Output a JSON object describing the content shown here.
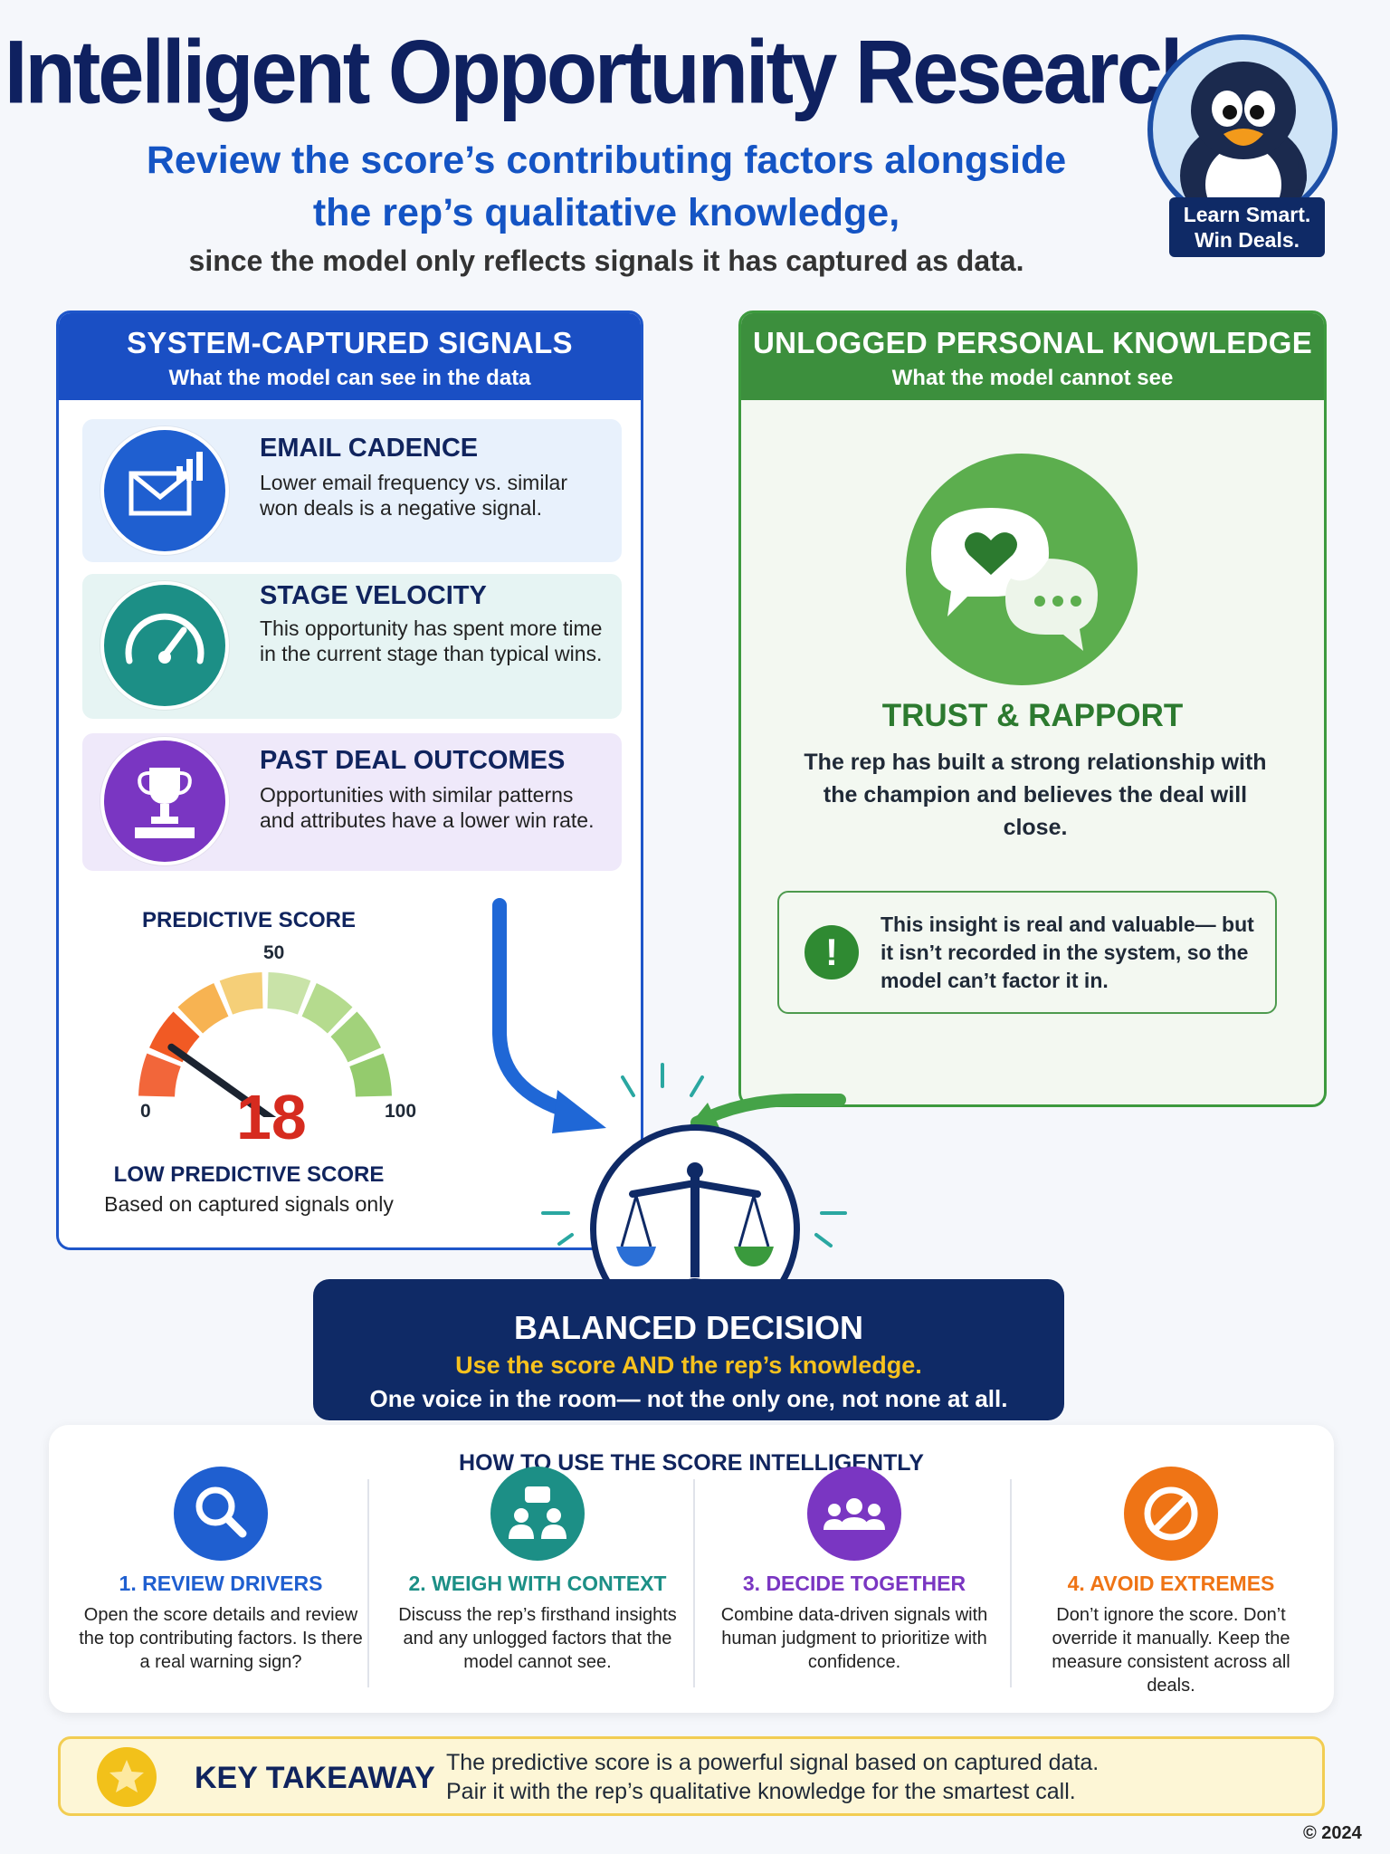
{
  "header": {
    "title": "Intelligent Opportunity Research",
    "subtitle_line1": "Review the score’s contributing factors alongside",
    "subtitle_line2": "the rep’s qualitative knowledge,",
    "subtitle_line3": "since the model only reflects signals it has captured as data."
  },
  "badge": {
    "line1": "Learn Smart.",
    "line2": "Win Deals.",
    "icon": "penguin-mascot-icon"
  },
  "system_panel": {
    "title": "SYSTEM-CAPTURED SIGNALS",
    "subtitle": "What the model can see in the data",
    "signals": [
      {
        "title": "EMAIL CADENCE",
        "text": "Lower email frequency vs. similar won deals is a negative signal.",
        "icon": "envelope-chart-icon",
        "color": "#1f5fd0"
      },
      {
        "title": "STAGE VELOCITY",
        "text": "This opportunity has spent more time in the current stage than typical wins.",
        "icon": "speedometer-icon",
        "color": "#1c8f86"
      },
      {
        "title": "PAST DEAL OUTCOMES",
        "text": "Opportunities with similar patterns and attributes have a lower win rate.",
        "icon": "trophy-icon",
        "color": "#7a36c2"
      }
    ],
    "score": {
      "label": "PREDICTIVE SCORE",
      "min": "0",
      "mid": "50",
      "max": "100",
      "value": "18",
      "value_number": 18,
      "status": "LOW PREDICTIVE SCORE",
      "basis": "Based on captured signals only"
    }
  },
  "knowledge_panel": {
    "title": "UNLOGGED PERSONAL KNOWLEDGE",
    "subtitle": "What the model cannot see",
    "icon": "chat-heart-icon",
    "trust_title": "TRUST & RAPPORT",
    "trust_text": "The rep has built a strong relationship with the champion and believes the deal will close.",
    "insight": "This insight is real and valuable— but it isn’t recorded in the system, so the model can’t factor it in.",
    "insight_icon": "!"
  },
  "decision": {
    "icon": "balance-scale-icon",
    "title": "BALANCED DECISION",
    "subtitle": "Use the score AND the rep’s knowledge.",
    "note": "One voice in the room— not the only one, not none at all."
  },
  "steps": {
    "title": "HOW TO USE THE SCORE INTELLIGENTLY",
    "items": [
      {
        "title": "1. REVIEW DRIVERS",
        "text": "Open the score details and review the top contributing factors. Is there a real warning sign?",
        "icon": "magnifier-icon",
        "color": "#1f5fd0"
      },
      {
        "title": "2. WEIGH WITH CONTEXT",
        "text": "Discuss the rep’s firsthand insights and any unlogged factors that the model cannot see.",
        "icon": "discussion-icon",
        "color": "#1c8f86"
      },
      {
        "title": "3. DECIDE TOGETHER",
        "text": "Combine data-driven signals with human judgment to prioritize with confidence.",
        "icon": "team-icon",
        "color": "#7a36c2"
      },
      {
        "title": "4. AVOID EXTREMES",
        "text": "Don’t ignore the score. Don’t override it manually. Keep the measure consistent across all deals.",
        "icon": "no-sign-icon",
        "color": "#ef7415"
      }
    ]
  },
  "takeaway": {
    "label": "KEY TAKEAWAY",
    "line1": "The predictive score is a powerful signal based on captured data.",
    "line2": "Pair it with the rep’s qualitative knowledge for the smartest call.",
    "icon": "star-icon"
  },
  "footer": {
    "copyright": "© 2024"
  },
  "colors": {
    "navy": "#0f2a66",
    "blue": "#1a4fc4",
    "green": "#3c8f3d",
    "gold": "#f7c21e",
    "red": "#d62b1f"
  }
}
